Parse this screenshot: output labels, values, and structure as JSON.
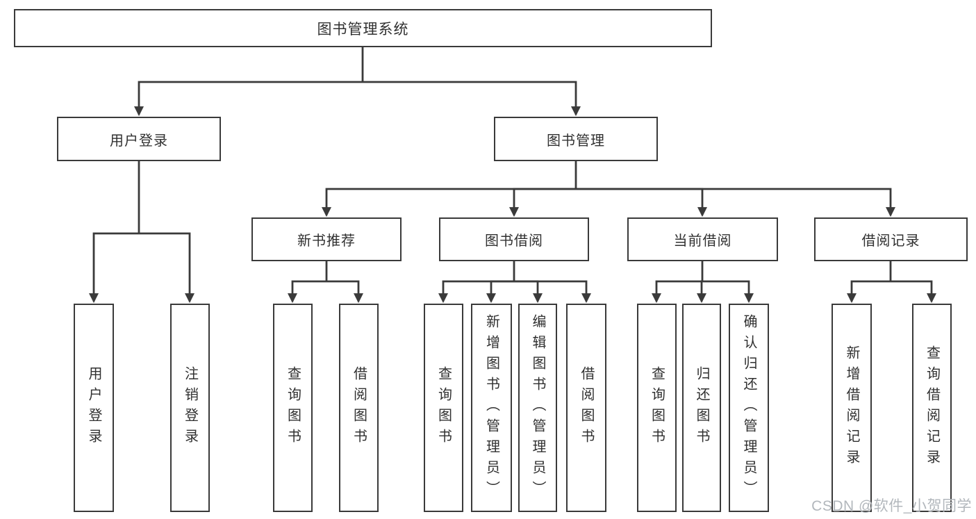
{
  "diagram": {
    "root": {
      "label": "图书管理系统"
    },
    "children": [
      {
        "label": "用户登录",
        "children": [
          {
            "label": "用户登录"
          },
          {
            "label": "注销登录"
          }
        ]
      },
      {
        "label": "图书管理",
        "children": [
          {
            "label": "新书推荐",
            "children": [
              {
                "label": "查询图书"
              },
              {
                "label": "借阅图书"
              }
            ]
          },
          {
            "label": "图书借阅",
            "children": [
              {
                "label": "查询图书"
              },
              {
                "label": "新增图书（管理员）"
              },
              {
                "label": "编辑图书（管理员）"
              },
              {
                "label": "借阅图书"
              }
            ]
          },
          {
            "label": "当前借阅",
            "children": [
              {
                "label": "查询图书"
              },
              {
                "label": "归还图书"
              },
              {
                "label": "确认归还（管理员）"
              }
            ]
          },
          {
            "label": "借阅记录",
            "children": [
              {
                "label": "新增借阅记录"
              },
              {
                "label": "查询借阅记录"
              }
            ]
          }
        ]
      }
    ]
  },
  "watermark": {
    "text": "CSDN @软件_小贺同学"
  },
  "colors": {
    "line": "#3a3a3a",
    "box_border": "#3a3a3a",
    "text": "#303030",
    "background": "#ffffff",
    "watermark": "#a5aab0"
  }
}
